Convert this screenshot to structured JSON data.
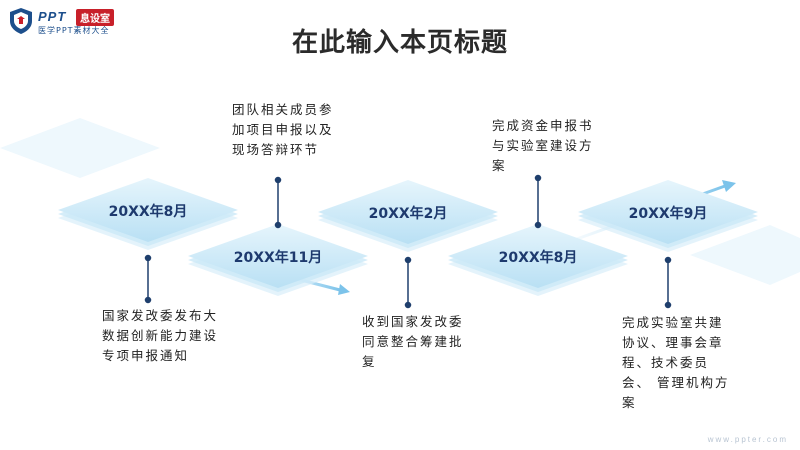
{
  "logo": {
    "brand": "PPT",
    "badge": "息设室",
    "subtitle": "医学PPT素材大全"
  },
  "page": {
    "title": "在此输入本页标题"
  },
  "timeline": [
    {
      "date": "20XX年8月",
      "note": "国家发改委发布大数据创新能力建设专项申报通知"
    },
    {
      "date": "20XX年11月",
      "note": "团队相关成员参加项目申报以及现场答辩环节"
    },
    {
      "date": "20XX年2月",
      "note": "收到国家发改委同意整合筹建批复"
    },
    {
      "date": "20XX年8月",
      "note": "完成资金申报书与实验室建设方案"
    },
    {
      "date": "20XX年9月",
      "note": "完成实验室共建协议、理事会章程、技术委员会、 管理机构方案"
    }
  ],
  "footer": {
    "url": "www.ppter.com"
  },
  "colors": {
    "accent": "#1e3a6e",
    "diamond": "#cde9f7",
    "line": "#1f3f6d"
  }
}
